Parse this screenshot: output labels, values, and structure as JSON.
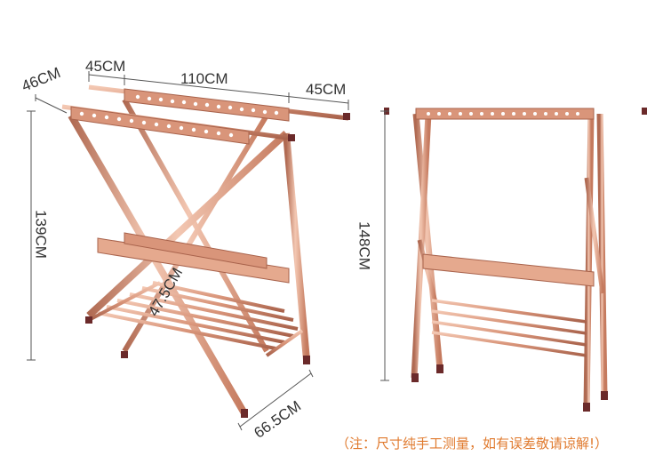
{
  "colors": {
    "frame": "#d9957a",
    "frame_dark": "#b06a52",
    "frame_light": "#f3c7b2",
    "cap": "#6b2a2a",
    "dim_line": "#555555",
    "note": "#e07a2e"
  },
  "left_rack": {
    "dimensions": {
      "depth": "46CM",
      "left_extension": "45CM",
      "main_width": "110CM",
      "right_extension": "45CM",
      "height": "139CM",
      "shelf_depth": "47.5CM",
      "base_width": "66.5CM"
    }
  },
  "right_rack": {
    "dimensions": {
      "height": "148CM"
    }
  },
  "note": "（注：尺寸纯手工测量，如有误差敬请谅解!）"
}
